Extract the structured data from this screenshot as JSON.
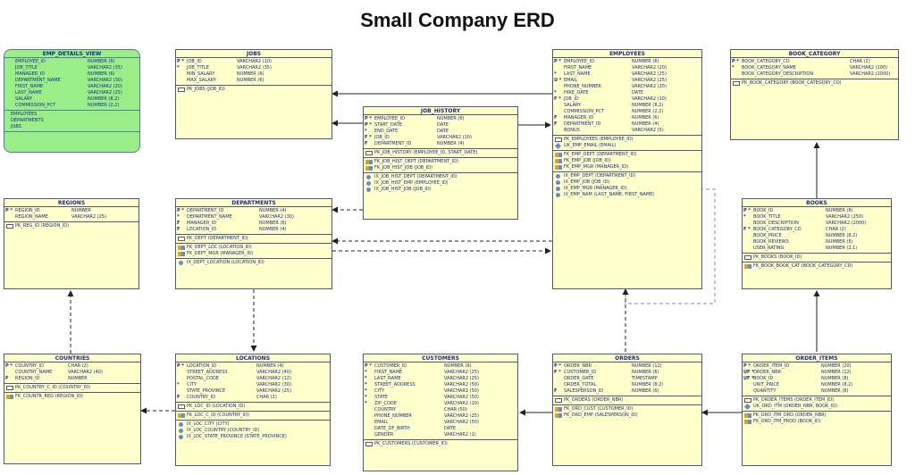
{
  "title": "Small Company ERD",
  "entities": {
    "emp_details_view": {
      "name": "EMP_DETAILS_VIEW",
      "columns": [
        {
          "flag": "",
          "name": "EMPLOYEE_ID",
          "type": "NUMBER (6)"
        },
        {
          "flag": "",
          "name": "JOB_TITLE",
          "type": "VARCHAR2 (35)"
        },
        {
          "flag": "",
          "name": "MANAGER_ID",
          "type": "NUMBER (6)"
        },
        {
          "flag": "",
          "name": "DEPARTMENT_NAME",
          "type": "VARCHAR2 (30)"
        },
        {
          "flag": "",
          "name": "FIRST_NAME",
          "type": "VARCHAR2 (20)"
        },
        {
          "flag": "",
          "name": "LAST_NAME",
          "type": "VARCHAR2 (25)"
        },
        {
          "flag": "",
          "name": "SALARY",
          "type": "NUMBER (8,2)"
        },
        {
          "flag": "",
          "name": "COMMISSION_PCT",
          "type": "NUMBER (2,2)"
        }
      ],
      "sources": [
        "EMPLOYEES",
        "DEPARTMENTS",
        "JOBS"
      ]
    },
    "jobs": {
      "name": "JOBS",
      "columns": [
        {
          "flag": "P *",
          "name": "JOB_ID",
          "type": "VARCHAR2 (10)"
        },
        {
          "flag": "*",
          "name": "JOB_TITLE",
          "type": "VARCHAR2 (35)"
        },
        {
          "flag": "",
          "name": "MIN_SALARY",
          "type": "NUMBER (6)"
        },
        {
          "flag": "",
          "name": "MAX_SALARY",
          "type": "NUMBER (6)"
        }
      ],
      "keys": [
        {
          "kind": "pk",
          "text": "PK_JOBS (JOB_ID)"
        }
      ]
    },
    "job_history": {
      "name": "JOB_HISTORY",
      "columns": [
        {
          "flag": "P *",
          "name": "EMPLOYEE_ID",
          "type": "NUMBER (6)"
        },
        {
          "flag": "P *",
          "name": "START_DATE",
          "type": "DATE"
        },
        {
          "flag": "*",
          "name": "END_DATE",
          "type": "DATE"
        },
        {
          "flag": "F *",
          "name": "JOB_ID",
          "type": "VARCHAR2 (10)"
        },
        {
          "flag": "F",
          "name": "DEPARTMENT_ID",
          "type": "NUMBER (4)"
        }
      ],
      "keys": [
        {
          "kind": "pk",
          "text": "PK_JOB_HISTORY (EMPLOYEE_ID, START_DATE)"
        }
      ],
      "fks": [
        {
          "kind": "fk",
          "text": "FK_JOB_HIST_DEPT (DEPARTMENT_ID)"
        },
        {
          "kind": "fk",
          "text": "FK_JOB_HIST_JOB (JOB_ID)"
        }
      ],
      "indexes": [
        {
          "kind": "ix",
          "text": "IX_JOB_HIST_DEPT (DEPARTMENT_ID)"
        },
        {
          "kind": "ix",
          "text": "IX_JOB_HIST_EMP (EMPLOYEE_ID)"
        },
        {
          "kind": "ix",
          "text": "IX_JOB_HIST_JOB (JOB_ID)"
        }
      ]
    },
    "employees": {
      "name": "EMPLOYEES",
      "columns": [
        {
          "flag": "P *",
          "name": "EMPLOYEE_ID",
          "type": "NUMBER (6)"
        },
        {
          "flag": "",
          "name": "FIRST_NAME",
          "type": "VARCHAR2 (20)"
        },
        {
          "flag": "*",
          "name": "LAST_NAME",
          "type": "VARCHAR2 (25)"
        },
        {
          "flag": "U *",
          "name": "EMAIL",
          "type": "VARCHAR2 (25)"
        },
        {
          "flag": "",
          "name": "PHONE_NUMBER",
          "type": "VARCHAR2 (20)"
        },
        {
          "flag": "*",
          "name": "HIRE_DATE",
          "type": "DATE"
        },
        {
          "flag": "F *",
          "name": "JOB_ID",
          "type": "VARCHAR2 (10)"
        },
        {
          "flag": "",
          "name": "SALARY",
          "type": "NUMBER (8,2)"
        },
        {
          "flag": "",
          "name": "COMMISSION_PCT",
          "type": "NUMBER (2,2)"
        },
        {
          "flag": "F",
          "name": "MANAGER_ID",
          "type": "NUMBER (6)"
        },
        {
          "flag": "F",
          "name": "DEPARTMENT_ID",
          "type": "NUMBER (4)"
        },
        {
          "flag": "",
          "name": "BONUS",
          "type": "VARCHAR2 (5)"
        }
      ],
      "keys": [
        {
          "kind": "pk",
          "text": "PK_EMPLOYEES (EMPLOYEE_ID)"
        },
        {
          "kind": "uk",
          "text": "UK_EMP_EMAIL (EMAIL)"
        }
      ],
      "fks": [
        {
          "kind": "fk",
          "text": "FK_EMP_DEPT (DEPARTMENT_ID)"
        },
        {
          "kind": "fk",
          "text": "FK_EMP_JOB (JOB_ID)"
        },
        {
          "kind": "fk",
          "text": "FK_EMP_MGR (MANAGER_ID)"
        }
      ],
      "indexes": [
        {
          "kind": "ix",
          "text": "IX_EMP_DEPT (DEPARTMENT_ID)"
        },
        {
          "kind": "ix",
          "text": "IX_EMP_JOB (JOB_ID)"
        },
        {
          "kind": "ix",
          "text": "IX_EMP_MGR (MANAGER_ID)"
        },
        {
          "kind": "ix",
          "text": "IX_EMP_NAM (LAST_NAME, FIRST_NAME)"
        }
      ]
    },
    "book_category": {
      "name": "BOOK_CATEGORY",
      "columns": [
        {
          "flag": "P *",
          "name": "BOOK_CATEGORY_CD",
          "type": "CHAR (2)"
        },
        {
          "flag": "*",
          "name": "BOOK_CATEGORY_NAME",
          "type": "VARCHAR2 (100)"
        },
        {
          "flag": "",
          "name": "BOOK_CATEGORY_DESCRIPTION",
          "type": "VARCHAR2 (2000)"
        }
      ],
      "keys": [
        {
          "kind": "pk",
          "text": "PK_BOOK_CATEGORY (BOOK_CATEGORY_CD)"
        }
      ]
    },
    "regions": {
      "name": "REGIONS",
      "columns": [
        {
          "flag": "P *",
          "name": "REGION_ID",
          "type": "NUMBER"
        },
        {
          "flag": "",
          "name": "REGION_NAME",
          "type": "VARCHAR2 (25)"
        }
      ],
      "keys": [
        {
          "kind": "pk",
          "text": "PK_REG_ID (REGION_ID)"
        }
      ]
    },
    "departments": {
      "name": "DEPARTMENTS",
      "columns": [
        {
          "flag": "P *",
          "name": "DEPARTMENT_ID",
          "type": "NUMBER (4)"
        },
        {
          "flag": "*",
          "name": "DEPARTMENT_NAME",
          "type": "VARCHAR2 (30)"
        },
        {
          "flag": "F",
          "name": "MANAGER_ID",
          "type": "NUMBER (6)"
        },
        {
          "flag": "F",
          "name": "LOCATION_ID",
          "type": "NUMBER (4)"
        }
      ],
      "keys": [
        {
          "kind": "pk",
          "text": "PK_DEPT (DEPARTMENT_ID)"
        }
      ],
      "fks": [
        {
          "kind": "fk",
          "text": "FK_DEPT_LOC (LOCATION_ID)"
        },
        {
          "kind": "fk",
          "text": "FK_DEPT_MGR (MANAGER_ID)"
        }
      ],
      "indexes": [
        {
          "kind": "ix",
          "text": "IX_DEPT_LOCATION (LOCATION_ID)"
        }
      ]
    },
    "books": {
      "name": "BOOKS",
      "columns": [
        {
          "flag": "P *",
          "name": "BOOK_ID",
          "type": "NUMBER (8)"
        },
        {
          "flag": "*",
          "name": "BOOK_TITLE",
          "type": "VARCHAR2 (250)"
        },
        {
          "flag": "",
          "name": "BOOK_DESCRIPTION",
          "type": "VARCHAR2 (2000)"
        },
        {
          "flag": "F *",
          "name": "BOOK_CATEGORY_CD",
          "type": "CHAR (2)"
        },
        {
          "flag": "",
          "name": "BOOK_PRICE",
          "type": "NUMBER (8,2)"
        },
        {
          "flag": "",
          "name": "BOOK_REVIEWS",
          "type": "NUMBER (5)"
        },
        {
          "flag": "",
          "name": "USER_RATING",
          "type": "NUMBER (2,1)"
        }
      ],
      "keys": [
        {
          "kind": "pk",
          "text": "PK_BOOKS (BOOK_ID)"
        }
      ],
      "fks": [
        {
          "kind": "fk",
          "text": "FK_BOOK_BOOK_CAT (BOOK_CATEGORY_CD)"
        }
      ]
    },
    "countries": {
      "name": "COUNTRIES",
      "columns": [
        {
          "flag": "P *",
          "name": "COUNTRY_ID",
          "type": "CHAR (2)"
        },
        {
          "flag": "",
          "name": "COUNTRY_NAME",
          "type": "VARCHAR2 (40)"
        },
        {
          "flag": "F",
          "name": "REGION_ID",
          "type": "NUMBER"
        }
      ],
      "keys": [
        {
          "kind": "pk",
          "text": "PK_COUNTRY_C_ID (COUNTRY_ID)"
        }
      ],
      "fks": [
        {
          "kind": "fk",
          "text": "FK_COUNTR_REG (REGION_ID)"
        }
      ]
    },
    "locations": {
      "name": "LOCATIONS",
      "columns": [
        {
          "flag": "P *",
          "name": "LOCATION_ID",
          "type": "NUMBER (4)"
        },
        {
          "flag": "",
          "name": "STREET_ADDRESS",
          "type": "VARCHAR2 (40)"
        },
        {
          "flag": "",
          "name": "POSTAL_CODE",
          "type": "VARCHAR2 (12)"
        },
        {
          "flag": "*",
          "name": "CITY",
          "type": "VARCHAR2 (30)"
        },
        {
          "flag": "",
          "name": "STATE_PROVINCE",
          "type": "VARCHAR2 (25)"
        },
        {
          "flag": "F",
          "name": "COUNTRY_ID",
          "type": "CHAR (2)"
        }
      ],
      "keys": [
        {
          "kind": "pk",
          "text": "PK_LOC_ID (LOCATION_ID)"
        }
      ],
      "fks": [
        {
          "kind": "fk",
          "text": "FK_LOC_C_ID (COUNTRY_ID)"
        }
      ],
      "indexes": [
        {
          "kind": "ix",
          "text": "IX_LOC_CITY (CITY)"
        },
        {
          "kind": "ix",
          "text": "IX_LOC_COUNTRY (COUNTRY_ID)"
        },
        {
          "kind": "ix",
          "text": "IX_LOC_STATE_PROVINCE (STATE_PROVINCE)"
        }
      ]
    },
    "customers": {
      "name": "CUSTOMERS",
      "columns": [
        {
          "flag": "P *",
          "name": "CUSTOMER_ID",
          "type": "NUMBER (6)"
        },
        {
          "flag": "*",
          "name": "FIRST_NAME",
          "type": "VARCHAR2 (25)"
        },
        {
          "flag": "*",
          "name": "LAST_NAME",
          "type": "VARCHAR2 (25)"
        },
        {
          "flag": "*",
          "name": "STREET_ADDRESS",
          "type": "VARCHAR2 (50)"
        },
        {
          "flag": "*",
          "name": "CITY",
          "type": "VARCHAR2 (50)"
        },
        {
          "flag": "*",
          "name": "STATE",
          "type": "VARCHAR2 (50)"
        },
        {
          "flag": "*",
          "name": "ZIP_CODE",
          "type": "VARCHAR2 (10)"
        },
        {
          "flag": "",
          "name": "COUNTRY",
          "type": "CHAR (50)"
        },
        {
          "flag": "",
          "name": "PHONE_NUMBER",
          "type": "VARCHAR2 (25)"
        },
        {
          "flag": "",
          "name": "EMAIL",
          "type": "VARCHAR2 (50)"
        },
        {
          "flag": "",
          "name": "DATE_OF_BIRTH",
          "type": "DATE"
        },
        {
          "flag": "",
          "name": "GENDER",
          "type": "VARCHAR2 (1)"
        }
      ],
      "keys": [
        {
          "kind": "pk",
          "text": "PK_CUSTOMERS (CUSTOMER_ID)"
        }
      ]
    },
    "orders": {
      "name": "ORDERS",
      "columns": [
        {
          "flag": "P *",
          "name": "ORDER_NBR",
          "type": "NUMBER (12)"
        },
        {
          "flag": "F *",
          "name": "CUSTOMER_ID",
          "type": "NUMBER (6)"
        },
        {
          "flag": "",
          "name": "ORDER_DATE",
          "type": "TIMESTAMP"
        },
        {
          "flag": "",
          "name": "ORDER_TOTAL",
          "type": "NUMBER (8,2)"
        },
        {
          "flag": "F",
          "name": "SALESPERSON_ID",
          "type": "NUMBER (6)"
        }
      ],
      "keys": [
        {
          "kind": "pk",
          "text": "PK_ORDERS (ORDER_NBR)"
        }
      ],
      "fks": [
        {
          "kind": "fk",
          "text": "FK_ORD_CUST (CUSTOMER_ID)"
        },
        {
          "kind": "fk",
          "text": "FK_ORD_EMP (SALESPERSON_ID)"
        }
      ]
    },
    "order_items": {
      "name": "ORDER_ITEMS",
      "columns": [
        {
          "flag": "P *",
          "name": "ORDER_ITEM_ID",
          "type": "NUMBER (20)"
        },
        {
          "flag": "UF *",
          "name": "ORDER_NBR",
          "type": "NUMBER (12)"
        },
        {
          "flag": "UF *",
          "name": "BOOK_ID",
          "type": "NUMBER (8)"
        },
        {
          "flag": "",
          "name": "UNIT_PRICE",
          "type": "NUMBER (8,2)"
        },
        {
          "flag": "",
          "name": "QUANTITY",
          "type": "NUMBER (8)"
        }
      ],
      "keys": [
        {
          "kind": "pk",
          "text": "PK_ORDER_ITEMS (ORDER_ITEM_ID)"
        },
        {
          "kind": "uk",
          "text": "UK_ORD_ITM (ORDER_NBR, BOOK_ID)"
        }
      ],
      "fks": [
        {
          "kind": "fk",
          "text": "FK_ORD_ITM_ORD (ORDER_NBR)"
        },
        {
          "kind": "fk",
          "text": "FK_ORD_ITM_PROD (BOOK_ID)"
        }
      ]
    }
  },
  "colors": {
    "entity_fill": "#ffffcc",
    "view_fill": "#99ee88",
    "text": "#1a2a8a",
    "line": "#222222"
  }
}
